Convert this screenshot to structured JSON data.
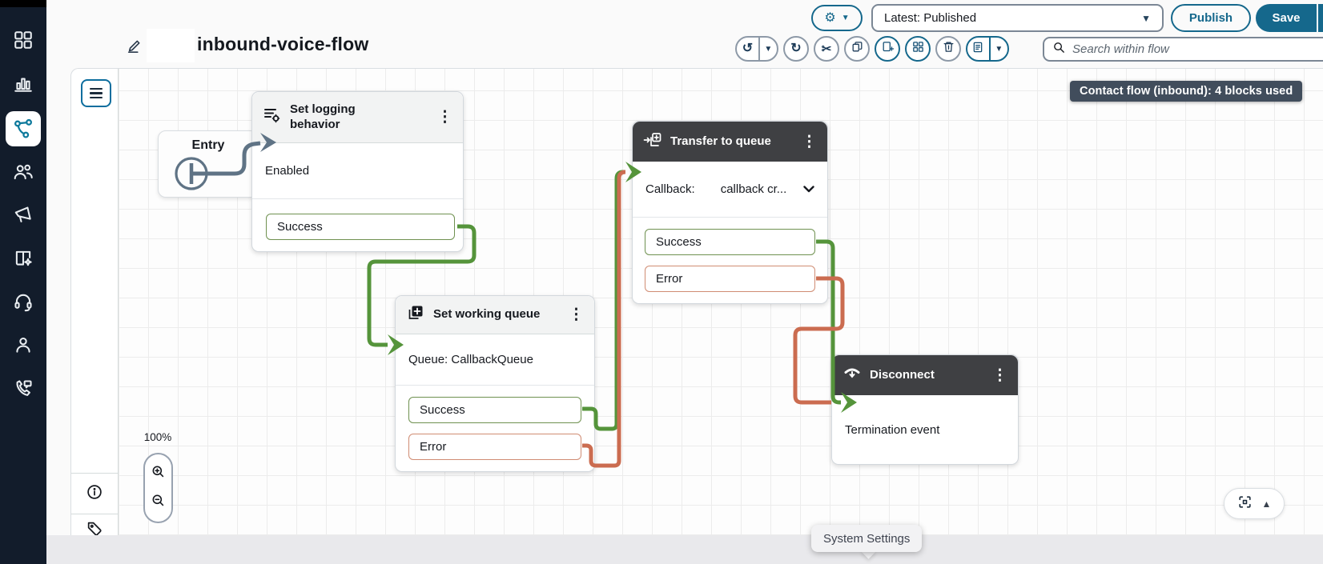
{
  "colors": {
    "accent_blue": "#15688c",
    "active_icon": "#0e7a9c",
    "wire_success": "#55943b",
    "wire_error": "#cb6c50",
    "wire_neutral": "#5f7385",
    "port_success": "#6f9150",
    "port_error": "#d08c73",
    "badge_bg": "#414d5c",
    "dark_header": "#3f4043"
  },
  "sidebar": {
    "items": [
      "dashboard",
      "analytics",
      "flows",
      "users",
      "campaigns",
      "knowledge",
      "agent-workspace",
      "profiles",
      "channels"
    ],
    "active_item": "flows"
  },
  "header": {
    "title": "inbound-voice-flow"
  },
  "actions": {
    "version_label": "Latest: Published",
    "publish_label": "Publish",
    "save_label": "Save"
  },
  "toolbar": {
    "search_placeholder": "Search within flow"
  },
  "canvas": {
    "badge": "Contact flow (inbound): 4 blocks used",
    "zoom_level": "100%",
    "tooltip": "System Settings"
  },
  "blocks": {
    "entry": {
      "label": "Entry"
    },
    "logging": {
      "title": "Set logging behavior",
      "body": "Enabled",
      "ports": [
        {
          "label": "Success"
        }
      ]
    },
    "working": {
      "title": "Set working queue",
      "body": "Queue: CallbackQueue",
      "ports": [
        {
          "label": "Success"
        },
        {
          "label": "Error"
        }
      ]
    },
    "transfer": {
      "title": "Transfer to queue",
      "field_label": "Callback:",
      "field_value": "callback cr...",
      "ports": [
        {
          "label": "Success"
        },
        {
          "label": "Error"
        }
      ]
    },
    "disconnect": {
      "title": "Disconnect",
      "body": "Termination event"
    }
  },
  "icons": {
    "gear": "⚙",
    "caret_down": "▼",
    "caret_up": "▲",
    "undo": "↺",
    "redo": "↻",
    "cut": "✂",
    "kebab": "⋮"
  }
}
